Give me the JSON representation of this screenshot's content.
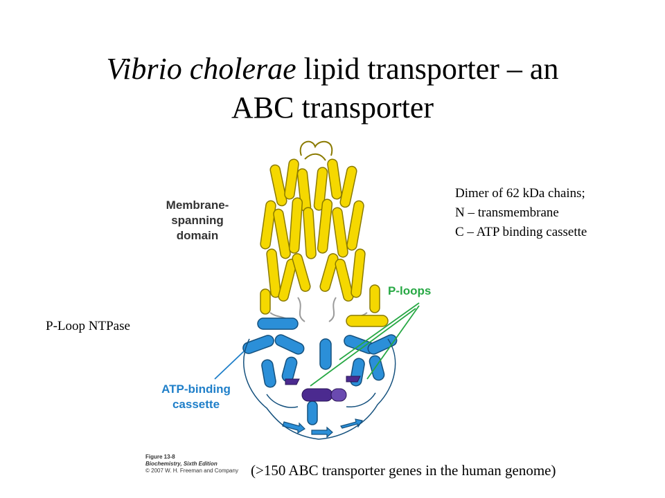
{
  "title": {
    "italic_part": "Vibrio cholerae",
    "rest_line1": " lipid transporter – an",
    "line2": "ABC transporter"
  },
  "note": {
    "line1": "Dimer of 62 kDa chains;",
    "line2": "N – transmembrane",
    "line3": "C – ATP binding cassette"
  },
  "ploop_ntpase": "P-Loop NTPase",
  "genes_note": "(>150 ABC transporter genes in the human genome)",
  "figure": {
    "label_membrane_line1": "Membrane-spanning",
    "label_membrane_line2": "domain",
    "label_ploops": "P-loops",
    "label_abc_line1": "ATP-binding",
    "label_abc_line2": "cassette",
    "credit_line1": "Figure 13-8",
    "credit_line2": "Biochemistry, Sixth Edition",
    "credit_line3": "© 2007 W. H. Freeman and Company",
    "colors": {
      "membrane_helix": "#f5d800",
      "membrane_edge": "#8a7a00",
      "abc_helix": "#2b8fd8",
      "abc_edge": "#14507d",
      "loop": "#9a9a9a",
      "ploop_accent": "#4b2a8f",
      "pointer_green": "#27a844"
    }
  }
}
